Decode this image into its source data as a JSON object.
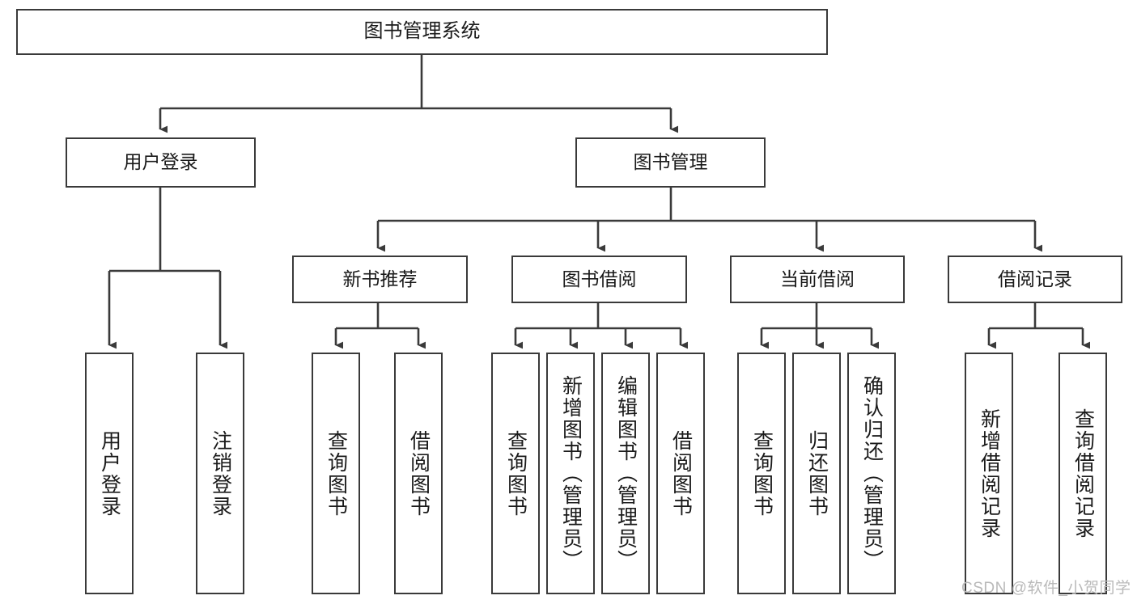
{
  "diagram": {
    "title": "图书管理系统",
    "type": "tree-hierarchy-chart",
    "colors": {
      "box_border": "#3a3a3a",
      "box_fill": "#ffffff",
      "connector": "#3a3a3a",
      "text": "#1a1a1a",
      "watermark": "#b9b9b9",
      "background": "#ffffff"
    },
    "root": {
      "label": "图书管理系统"
    },
    "level2": [
      {
        "id": "user-login",
        "label": "用户登录"
      },
      {
        "id": "book-manage",
        "label": "图书管理"
      }
    ],
    "level3": [
      {
        "id": "new-book-recommend",
        "label": "新书推荐"
      },
      {
        "id": "book-borrow",
        "label": "图书借阅"
      },
      {
        "id": "current-borrow",
        "label": "当前借阅"
      },
      {
        "id": "borrow-record",
        "label": "借阅记录"
      }
    ],
    "leaves": {
      "user-login": [
        {
          "id": "leaf-user-login",
          "label": "用户登录"
        },
        {
          "id": "leaf-user-logout",
          "label": "注销登录"
        }
      ],
      "new-book-recommend": [
        {
          "id": "leaf-query-book-1",
          "label": "查询图书"
        },
        {
          "id": "leaf-borrow-book-1",
          "label": "借阅图书"
        }
      ],
      "book-borrow": [
        {
          "id": "leaf-query-book-2",
          "label": "查询图书"
        },
        {
          "id": "leaf-add-book",
          "label": "新增图书（管理员）"
        },
        {
          "id": "leaf-edit-book",
          "label": "编辑图书（管理员）"
        },
        {
          "id": "leaf-borrow-book-2",
          "label": "借阅图书"
        }
      ],
      "current-borrow": [
        {
          "id": "leaf-query-book-3",
          "label": "查询图书"
        },
        {
          "id": "leaf-return-book",
          "label": "归还图书"
        },
        {
          "id": "leaf-confirm-return",
          "label": "确认归还（管理员）"
        }
      ],
      "borrow-record": [
        {
          "id": "leaf-add-record",
          "label": "新增借阅记录"
        },
        {
          "id": "leaf-query-record",
          "label": "查询借阅记录"
        }
      ]
    }
  },
  "watermark": {
    "text": "CSDN @软件_小贺同学"
  }
}
